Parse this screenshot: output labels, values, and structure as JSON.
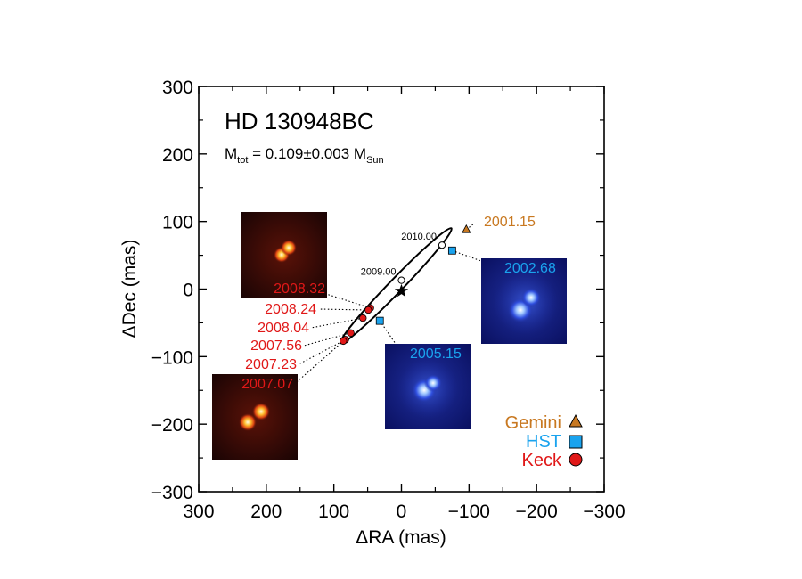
{
  "chart_data": {
    "type": "scatter",
    "title": "HD 130948BC",
    "mass_label": {
      "prefix": "M",
      "prefix_sub": "tot",
      "value": " = 0.109±0.003 M",
      "unit_sub": "Sun"
    },
    "xlabel": "ΔRA (mas)",
    "ylabel": "ΔDec (mas)",
    "xlim": [
      300,
      -300
    ],
    "ylim": [
      -300,
      300
    ],
    "xticks": [
      300,
      200,
      100,
      0,
      -100,
      -200,
      -300
    ],
    "yticks": [
      300,
      200,
      100,
      0,
      -100,
      -200,
      -300
    ],
    "xtick_labels": [
      "300",
      "200",
      "100",
      "0",
      "−100",
      "−200",
      "−300"
    ],
    "ytick_labels": [
      "300",
      "200",
      "100",
      "0",
      "−100",
      "−200",
      "−300"
    ],
    "primary_star": {
      "x": 0,
      "y": -3
    },
    "orbit": {
      "center": [
        8,
        5
      ],
      "semi_major": 118,
      "semi_minor": 10,
      "angle_deg": 46
    },
    "epoch_markers": [
      {
        "label": "2010.00",
        "x": -60,
        "y": 65
      },
      {
        "label": "2009.00",
        "x": 0,
        "y": 13
      }
    ],
    "series": [
      {
        "name": "Gemini",
        "color": "#c87820",
        "marker": "triangle",
        "points": [
          {
            "label": "2001.15",
            "x": -96,
            "y": 88
          }
        ]
      },
      {
        "name": "HST",
        "color": "#1aa3ee",
        "marker": "square",
        "points": [
          {
            "label": "2002.68",
            "x": -75,
            "y": 57
          },
          {
            "label": "2005.15",
            "x": 32,
            "y": -47
          }
        ]
      },
      {
        "name": "Keck",
        "color": "#e01818",
        "marker": "circle",
        "points": [
          {
            "label": "2008.32",
            "x": 46,
            "y": -28
          },
          {
            "label": "2008.24",
            "x": 49,
            "y": -31
          },
          {
            "label": "2008.04",
            "x": 57,
            "y": -43
          },
          {
            "label": "2007.56",
            "x": 75,
            "y": -65
          },
          {
            "label": "2007.23",
            "x": 83,
            "y": -75
          },
          {
            "label": "2007.07",
            "x": 86,
            "y": -77
          }
        ]
      }
    ],
    "legend_placement": "bottom-right",
    "image_insets": [
      {
        "kind": "keck",
        "epoch": "2008.32"
      },
      {
        "kind": "keck",
        "epoch": "2007.07"
      },
      {
        "kind": "hst",
        "epoch": "2002.68"
      },
      {
        "kind": "hst",
        "epoch": "2005.15"
      }
    ]
  }
}
